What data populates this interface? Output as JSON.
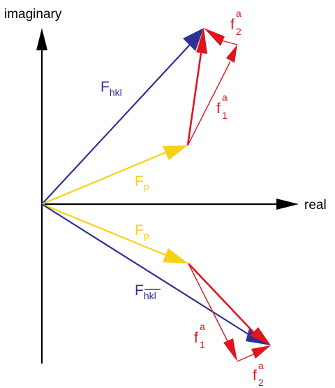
{
  "axes": {
    "imaginary_label": "imaginary",
    "real_label": "real"
  },
  "labels": {
    "fhkl_main": "F",
    "fhkl_sub": "hkl",
    "fhkl_bar_main": "F",
    "fhkl_bar_sub": "hkl",
    "fp_upper_main": "F",
    "fp_upper_sub": "p",
    "fp_lower_main": "F",
    "fp_lower_sub": "p",
    "f1a_upper_main": "f",
    "f1a_upper_sub": "1",
    "f1a_upper_sup": "a",
    "f2a_upper_main": "f",
    "f2a_upper_sub": "2",
    "f2a_upper_sup": "a",
    "f1a_lower_main": "f",
    "f1a_lower_sub": "1",
    "f1a_lower_sup": "a",
    "f2a_lower_main": "f",
    "f2a_lower_sub": "2",
    "f2a_lower_sup": "a"
  },
  "colors": {
    "axis": "#000000",
    "fhkl": "#2e3192",
    "fp": "#f7d117",
    "anomalous": "#e0141e"
  }
}
